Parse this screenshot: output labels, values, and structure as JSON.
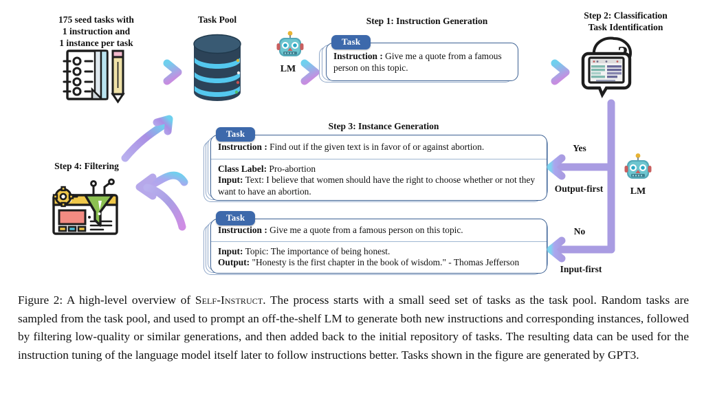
{
  "figure": {
    "caption_prefix": "Figure 2: A high-level overview of ",
    "caption_smallcaps": "Self-Instruct",
    "caption_rest": ". The process starts with a small seed set of tasks as the task pool. Random tasks are sampled from the task pool, and used to prompt an off-the-shelf LM to generate both new instructions and corresponding instances, followed by filtering low-quality or similar generations, and then added back to the initial repository of tasks. The resulting data can be used for the instruction tuning of the language model itself later to follow instructions better. Tasks shown in the figure are generated by GPT3."
  },
  "labels": {
    "seed_tasks": "175 seed tasks with\n1 instruction and\n1 instance per task",
    "task_pool": "Task Pool",
    "lm_top": "LM",
    "lm_right": "LM",
    "step1": "Step 1: Instruction Generation",
    "step2": "Step 2: Classification\nTask Identification",
    "step3": "Step 3: Instance Generation",
    "step4": "Step 4: Filtering",
    "yes": "Yes",
    "no": "No",
    "output_first": "Output-first",
    "input_first": "Input-first"
  },
  "cards": {
    "step1": {
      "badge": "Task",
      "rows": [
        {
          "key": "Instruction :",
          "value": " Give me a quote from a famous person on this topic."
        }
      ]
    },
    "step3_classification": {
      "badge": "Task",
      "rows": [
        {
          "key": "Instruction :",
          "value": " Find out if the given text is in favor of or against abortion."
        },
        {
          "key": "Class Label:",
          "value": " Pro-abortion"
        },
        {
          "key": "Input:",
          "value": " Text: I believe that women should have the right to choose whether or not they want to have an abortion."
        }
      ]
    },
    "step3_generation": {
      "badge": "Task",
      "rows": [
        {
          "key": "Instruction :",
          "value": " Give me a quote from a famous person on this topic."
        },
        {
          "key": "Input:",
          "value": " Topic: The importance of being honest."
        },
        {
          "key": "Output:",
          "value": " \"Honesty is the first chapter in the book of wisdom.\" - Thomas Jefferson"
        }
      ]
    }
  },
  "icons": {
    "seed_notebook": "notebook-pencil-icon",
    "task_pool_db": "database-cylinder-icon",
    "lm_robot": "robot-icon",
    "classification": "tablet-question-bubble-icon",
    "filtering": "browser-funnel-gear-icon",
    "arrow": "arrow-right-icon"
  },
  "colors": {
    "task_badge": "#3d69ab",
    "card_border": "#3a5f92",
    "arrow_start": "#a9a8ef",
    "arrow_cyan": "#6fd0ee",
    "arrow_magenta": "#c78de0",
    "db_body": "#2c4358",
    "db_band": "#54c8ee",
    "funnel_green": "#8cc152",
    "flow_purple": "#a99ce2"
  }
}
